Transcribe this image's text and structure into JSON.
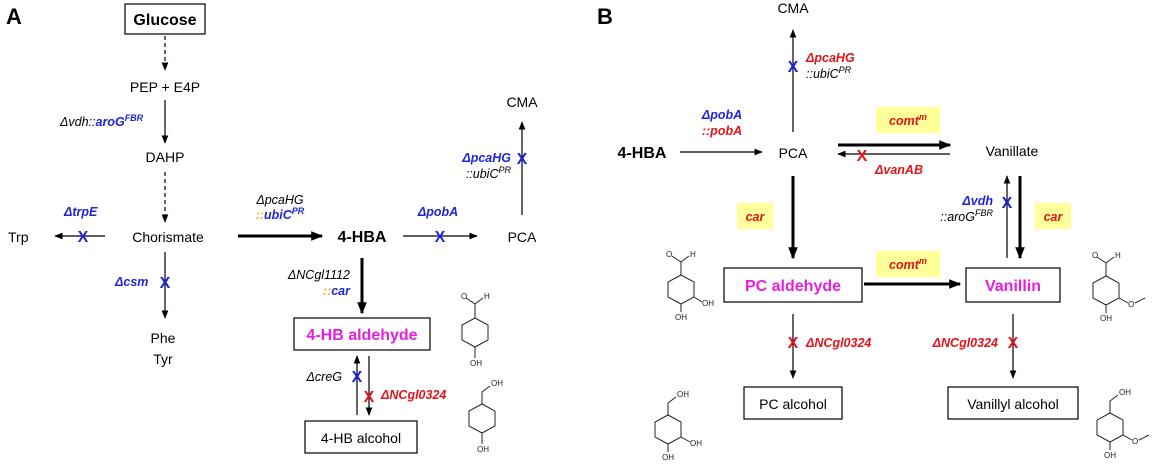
{
  "panels": {
    "a": "A",
    "b": "B"
  },
  "a": {
    "glucose": "Glucose",
    "pep": "PEP + E4P",
    "arog_del": "Δvdh::",
    "arog_gene": "aroG",
    "arog_sup": "FBR",
    "dahp": "DAHP",
    "chorismate": "Chorismate",
    "trp": "Trp",
    "trpe": "ΔtrpE",
    "csm": "Δcsm",
    "phe": "Phe",
    "tyr": "Tyr",
    "pcahg_l1": "ΔpcaHG",
    "ubic_l2_pre": "::",
    "ubic_l2_gene": "ubiC",
    "ubic_l2_sup": "PR",
    "hba": "4-HBA",
    "poba": "ΔpobA",
    "pca": "PCA",
    "cma": "CMA",
    "pcahg2": "ΔpcaHG",
    "ubic2_pre": "::ubiC",
    "ubic2_sup": "PR",
    "ncgl1112": "ΔNCgl1112",
    "car_pre": "::",
    "car": "car",
    "hb_aldehyde": "4-HB aldehyde",
    "creg": "ΔcreG",
    "ncgl0324": "ΔNCgl0324",
    "hb_alcohol": "4-HB alcohol",
    "x": "X"
  },
  "b": {
    "cma": "CMA",
    "pcahg": "ΔpcaHG",
    "ubic_pre": "::ubiC",
    "ubic_sup": "PR",
    "poba": "ΔpobA",
    "poba2": "::pobA",
    "hba": "4-HBA",
    "pca": "PCA",
    "comt": "comt",
    "comt_sup": "m",
    "vanillate": "Vanillate",
    "vanab": "ΔvanAB",
    "car": "car",
    "vdh": "Δvdh",
    "arog_pre": "::aroG",
    "arog_sup": "FBR",
    "pc_aldehyde": "PC aldehyde",
    "vanillin": "Vanillin",
    "ncgl0324": "ΔNCgl0324",
    "pc_alcohol": "PC alcohol",
    "vanillyl_alcohol": "Vanillyl alcohol",
    "x": "X"
  },
  "mol": {
    "o": "O",
    "h": "H",
    "oh": "OH",
    "ome": "O"
  }
}
